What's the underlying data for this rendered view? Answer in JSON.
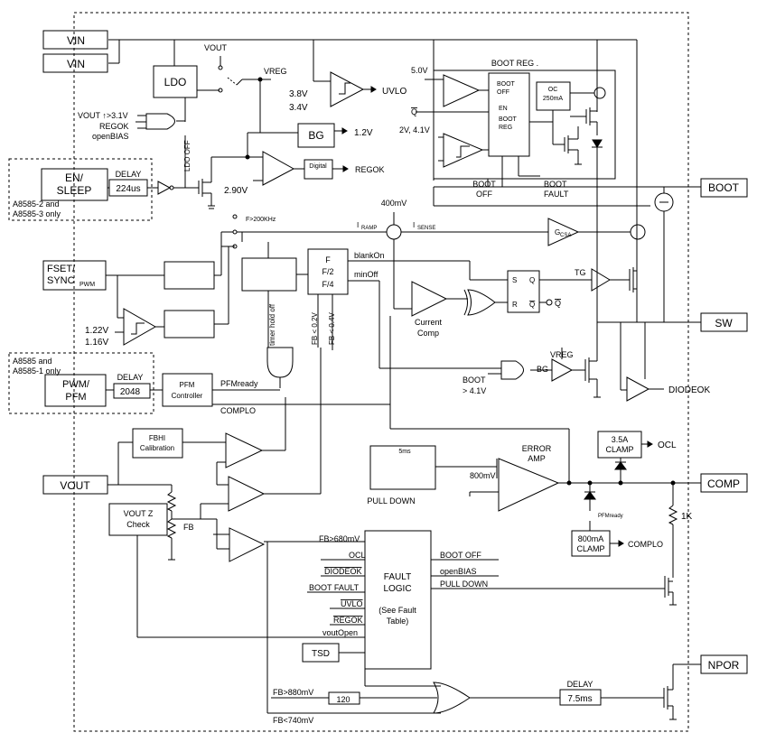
{
  "pins": {
    "vin1": "VIN",
    "vin2": "VIN",
    "boot": "BOOT",
    "sw": "SW",
    "comp": "COMP",
    "npor": "NPOR",
    "vout": "VOUT",
    "fset_line1": "FSET/",
    "fset_line2": "SYNC",
    "fset_sub": "PWM"
  },
  "blocks": {
    "ldo": "LDO",
    "bg": "BG",
    "digital": "Digital",
    "en_line1": "EN/",
    "en_line2": "SLEEP",
    "delay_en_label": "DELAY",
    "delay_en_value": "224us",
    "pwm_line1": "PWM/",
    "pwm_line2": "PFM",
    "delay_pwm_label": "DELAY",
    "delay_pwm_value": "2048",
    "pfm_line1": "PFM",
    "pfm_line2": "Controller",
    "fbhi_line1": "FBHI",
    "fbhi_line2": "Calibration",
    "voutz_line1": "VOUT Z",
    "voutz_line2": "Check",
    "tsd": "TSD",
    "fault_line1": "FAULT",
    "fault_line2": "LOGIC",
    "fault_line3": "(See Fault",
    "fault_line4": "Table)",
    "clamp35_line1": "3.5A",
    "clamp35_line2": "CLAMP",
    "clamp800_line1": "800mA",
    "clamp800_line2": "CLAMP",
    "boot_reg": "BOOT REG .",
    "boot_off_in1": "BOOT",
    "boot_off_in2": "OFF",
    "en_in": "EN",
    "boot_reg_in1": "BOOT",
    "boot_reg_in2": "REG",
    "oc_line1": "OC",
    "oc_line2": "250mA",
    "delay_npor_label": "DELAY",
    "delay_npor_value": "7.5ms",
    "counter_120": "120",
    "div_f1": "F",
    "div_f2": "F/2",
    "div_f3": "F/4",
    "ms5": "5ms"
  },
  "labels": {
    "vout_top": "VOUT",
    "vreg_top": "VREG",
    "v38": "3.8V",
    "v34": "3.4V",
    "uvlo": "UVLO",
    "v12": "1.2V",
    "v290": "2.90V",
    "regok": "REGOK",
    "ldo_in1": "VOUT ↑>3.1V",
    "ldo_in2": "REGOK",
    "ldo_in3": "openBIAS",
    "ldo_off": "LDO OFF",
    "a8585_23_l1": "A8585-2 and",
    "a8585_23_l2": "A8585-3 only",
    "a8585_01_l1": "A8585 and",
    "a8585_01_l2": "A8585-1 only",
    "v50": "5.0V",
    "qbar": "Q",
    "v2_41": "2V, 4.1V",
    "boot_off_out1": "BOOT",
    "boot_off_out2": "OFF",
    "boot_fault_out1": "BOOT",
    "boot_fault_out2": "FAULT",
    "f200k": "F>200KHz",
    "v400m": "400mV",
    "iramp": "I",
    "iramp_sub": "RAMP",
    "isense": "I",
    "isense_sub": "SENSE",
    "gcsa": "G",
    "gcsa_sub": "CSA",
    "blankon": "blankOn",
    "minoff": "minOff",
    "sr_s": "S",
    "sr_r": "R",
    "sr_q": "Q",
    "sr_qbar": "Q",
    "q_out": "Q",
    "tg": "TG",
    "v122": "1.22V",
    "v116": "1.16V",
    "timer_hold_off": "timer hold off",
    "fb02": "FB < 0.2V",
    "fb04": "FB < 0.4V",
    "cur_comp1": "Current",
    "cur_comp2": "Comp",
    "boot_41_1": "BOOT",
    "boot_41_2": "> 4.1V",
    "bg_small": "BG",
    "vreg_small": "VREG",
    "diodeok": "DIODEOK",
    "pfmready": "PFMready",
    "complo": "COMPLO",
    "error_amp1": "ERROR",
    "error_amp2": "AMP",
    "v800m": "800mV",
    "pull_down": "PULL DOWN",
    "ocl": "OCL",
    "pfmready_small": "PFMready",
    "complo2": "COMPLO",
    "r1k": "1K",
    "fb": "FB",
    "fb680": "FB>680mV",
    "fl_ocl": "OCL",
    "fl_diodeok": "DIODEOK",
    "fl_boot_fault": "BOOT FAULT",
    "fl_uvlo": "UVLO",
    "fl_regok": "REGOK",
    "fl_voutopen": "voutOpen",
    "fo_boot_off": "BOOT OFF",
    "fo_openbias": "openBIAS",
    "fo_pull_down": "PULL DOWN",
    "fb880": "FB>880mV",
    "fb740": "FB<740mV",
    "delay_npor": "DELAY"
  },
  "colors": {
    "line": "#000000",
    "background": "#ffffff"
  }
}
